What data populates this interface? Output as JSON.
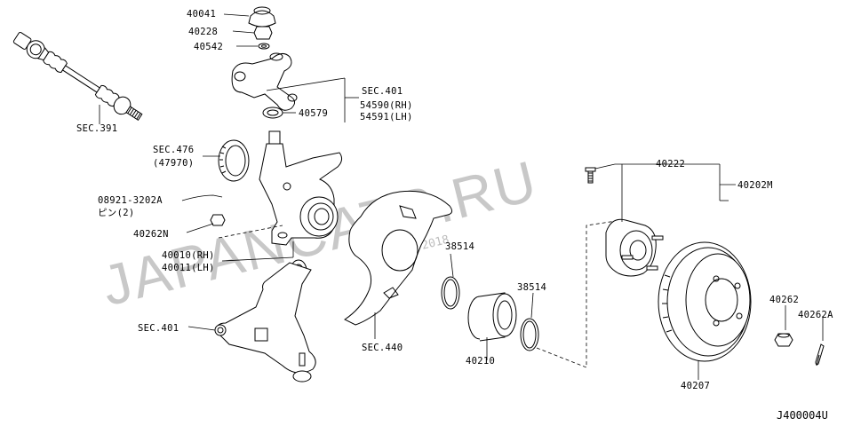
{
  "diagram": {
    "watermark": "JAPANCATS.RU",
    "date_stamp": "10/09/2018",
    "drawing_code": "J400004U",
    "labels": {
      "p40041": "40041",
      "p40228": "40228",
      "p40542": "40542",
      "sec401_top": "SEC.401",
      "p54590": "54590(RH)",
      "p54591": "54591(LH)",
      "p40579": "40579",
      "sec391": "SEC.391",
      "sec476": "SEC.476",
      "p47970": "(47970)",
      "p08921": "08921-3202A",
      "pin2": "ピン(2)",
      "p40262n": "40262N",
      "p40010": "40010(RH)",
      "p40011": "40011(LH)",
      "sec401_bottom": "SEC.401",
      "sec440": "SEC.440",
      "p38514_left": "38514",
      "p38514_right": "38514",
      "p40210": "40210",
      "p40222": "40222",
      "p40202m": "40202M",
      "p40207": "40207",
      "p40262": "40262",
      "p40262a": "40262A"
    }
  }
}
